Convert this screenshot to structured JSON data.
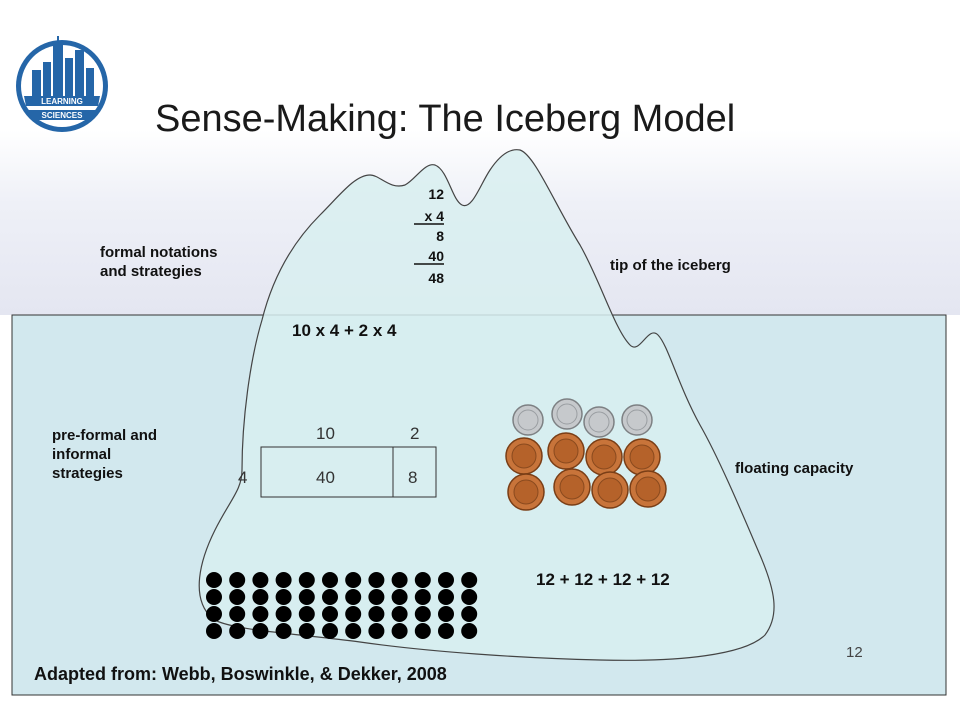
{
  "title": "Sense-Making: The Iceberg Model",
  "logo": {
    "line1": "LEARNING",
    "line2": "SCIENCES"
  },
  "labels": {
    "formal": [
      "formal notations",
      "and strategies"
    ],
    "tip": "tip of the iceberg",
    "preformal": [
      "pre-formal and",
      "informal",
      "strategies"
    ],
    "floating": "floating capacity"
  },
  "algorithm": [
    "12",
    "x 4",
    "8",
    "40",
    "48"
  ],
  "expression": "10 x 4 + 2 x 4",
  "area_model": {
    "top_left": "10",
    "top_right": "2",
    "side": "4",
    "cell_left": "40",
    "cell_right": "8"
  },
  "repeated_addition": "12 + 12 + 12 + 12",
  "dot_array": {
    "rows": 4,
    "cols": 12
  },
  "coins": {
    "dimes": 4,
    "pennies": 8
  },
  "slide_number": "12",
  "footer": "Adapted from: Webb, Boswinkle, & Dekker, 2008",
  "colors": {
    "water": "#cfe6ec",
    "iceberg": "#d8eef0",
    "outline": "#444444"
  }
}
